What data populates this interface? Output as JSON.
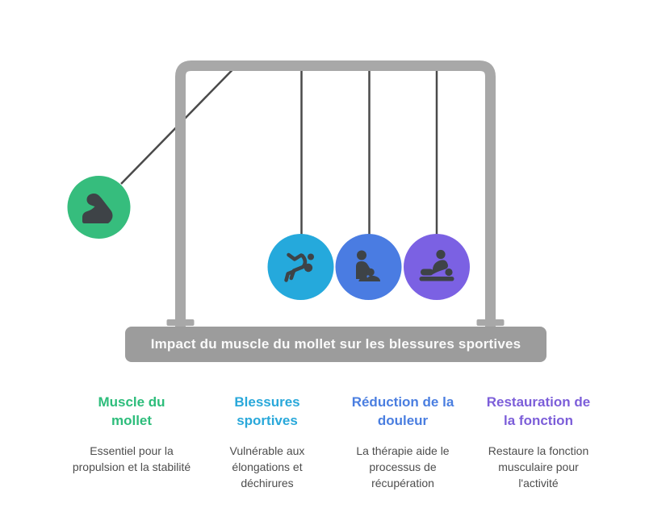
{
  "banner": {
    "label": "Impact du muscle du mollet sur les blessures sportives",
    "bg_color": "#9c9c9c",
    "text_color": "#fafafa"
  },
  "cradle": {
    "frame_color": "#a8a8a8",
    "string_color": "#4a4a4a",
    "icon_color": "#3e4347"
  },
  "items": [
    {
      "title": "Muscle du mollet",
      "description": "Essentiel pour la propulsion et la stabilité",
      "title_color": "#2dbd7b",
      "ball_color": "#36bd7d",
      "icon": "flexed-bicep-icon"
    },
    {
      "title": "Blessures sportives",
      "description": "Vulnérable aux élongations et déchirures",
      "title_color": "#29a8da",
      "ball_color": "#25a9dc",
      "icon": "falling-person-icon"
    },
    {
      "title": "Réduction de la douleur",
      "description": "La thérapie aide le processus de récupération",
      "title_color": "#4a7ee0",
      "ball_color": "#4a7ce2",
      "icon": "massage-seated-icon"
    },
    {
      "title": "Restauration de la fonction",
      "description": "Restaure la fonction musculaire pour l'activité",
      "title_color": "#7c5ed9",
      "ball_color": "#7b61e3",
      "icon": "massage-table-icon"
    }
  ]
}
